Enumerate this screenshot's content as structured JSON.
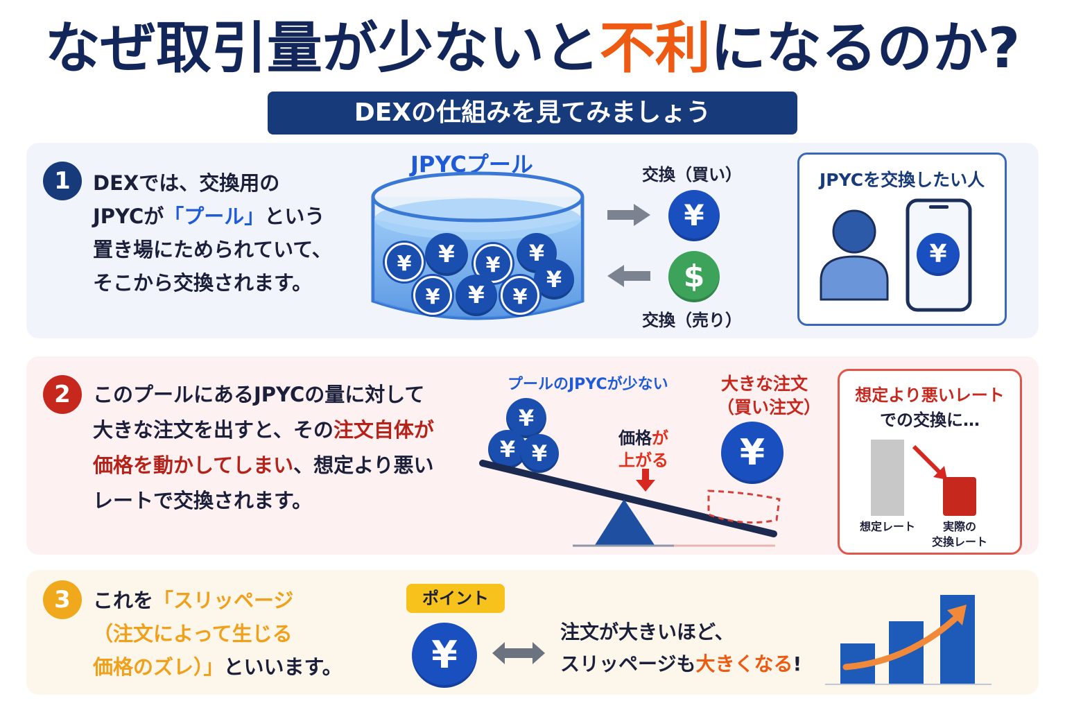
{
  "title": {
    "main": "なぜ取引量が少ないと",
    "highlight": "不利",
    "end": "になるのか?"
  },
  "subtitle": "DEXの仕組みを見てみましょう",
  "colors": {
    "navy": "#13265a",
    "accent_orange": "#ee5a12",
    "coin_blue": "#1a4fb0",
    "red": "#c6281e",
    "yellow": "#f0a81c",
    "green_dollar": "#3da35a"
  },
  "section1": {
    "number": "1",
    "line1": "DEXでは、交換用の",
    "line2_pre": "JPYCが",
    "line2_hl": "「プール」",
    "line2_post": "という",
    "line3": "置き場にためられていて、",
    "line4": "そこから交換されます。",
    "pool_label": "JPYCプール",
    "buy_label": "交換（買い）",
    "sell_label": "交換（売り）",
    "yen_symbol": "¥",
    "dollar_symbol": "$",
    "person_box_title": "JPYCを交換したい人",
    "icons": [
      "pool-tank-icon",
      "arrow-right-icon",
      "arrow-left-icon",
      "yen-coin-icon",
      "dollar-coin-icon",
      "person-icon",
      "smartphone-icon"
    ]
  },
  "section2": {
    "number": "2",
    "line1": "このプールにあるJPYCの量に対して",
    "line2_pre": "大きな注文を出すと、その",
    "line2_hl": "注文自体が",
    "line3_hl": "価格を動かしてしまい",
    "line3_post": "、想定より悪い",
    "line4": "レートで交換されます。",
    "few_label": "プールのJPYCが少ない",
    "big_order_line1": "大きな注文",
    "big_order_line2": "（買い注文）",
    "price_pre": "価格",
    "price_hl": "が",
    "rise_hl": "上がる",
    "rate_title": "想定より悪いレート",
    "rate_sub": "での交換に…",
    "bar_expected": "想定レート",
    "bar_actual_1": "実際の",
    "bar_actual_2": "交換レート",
    "icons": [
      "seesaw-icon",
      "down-arrow-icon",
      "bar-chart-icon"
    ]
  },
  "section3": {
    "number": "3",
    "line1_pre": "これを",
    "line1_hl": "「スリッページ",
    "line2_hl": "（注文によって生じる",
    "line3_hl": "価格のズレ）」",
    "line3_post": "といいます。",
    "point_badge": "ポイント",
    "point_line1": "注文が大きいほど、",
    "point_line2_pre": "スリッページも",
    "point_line2_hl": "大きくなる",
    "point_line2_post": "!",
    "icons": [
      "double-arrow-icon",
      "rising-chart-icon"
    ]
  }
}
